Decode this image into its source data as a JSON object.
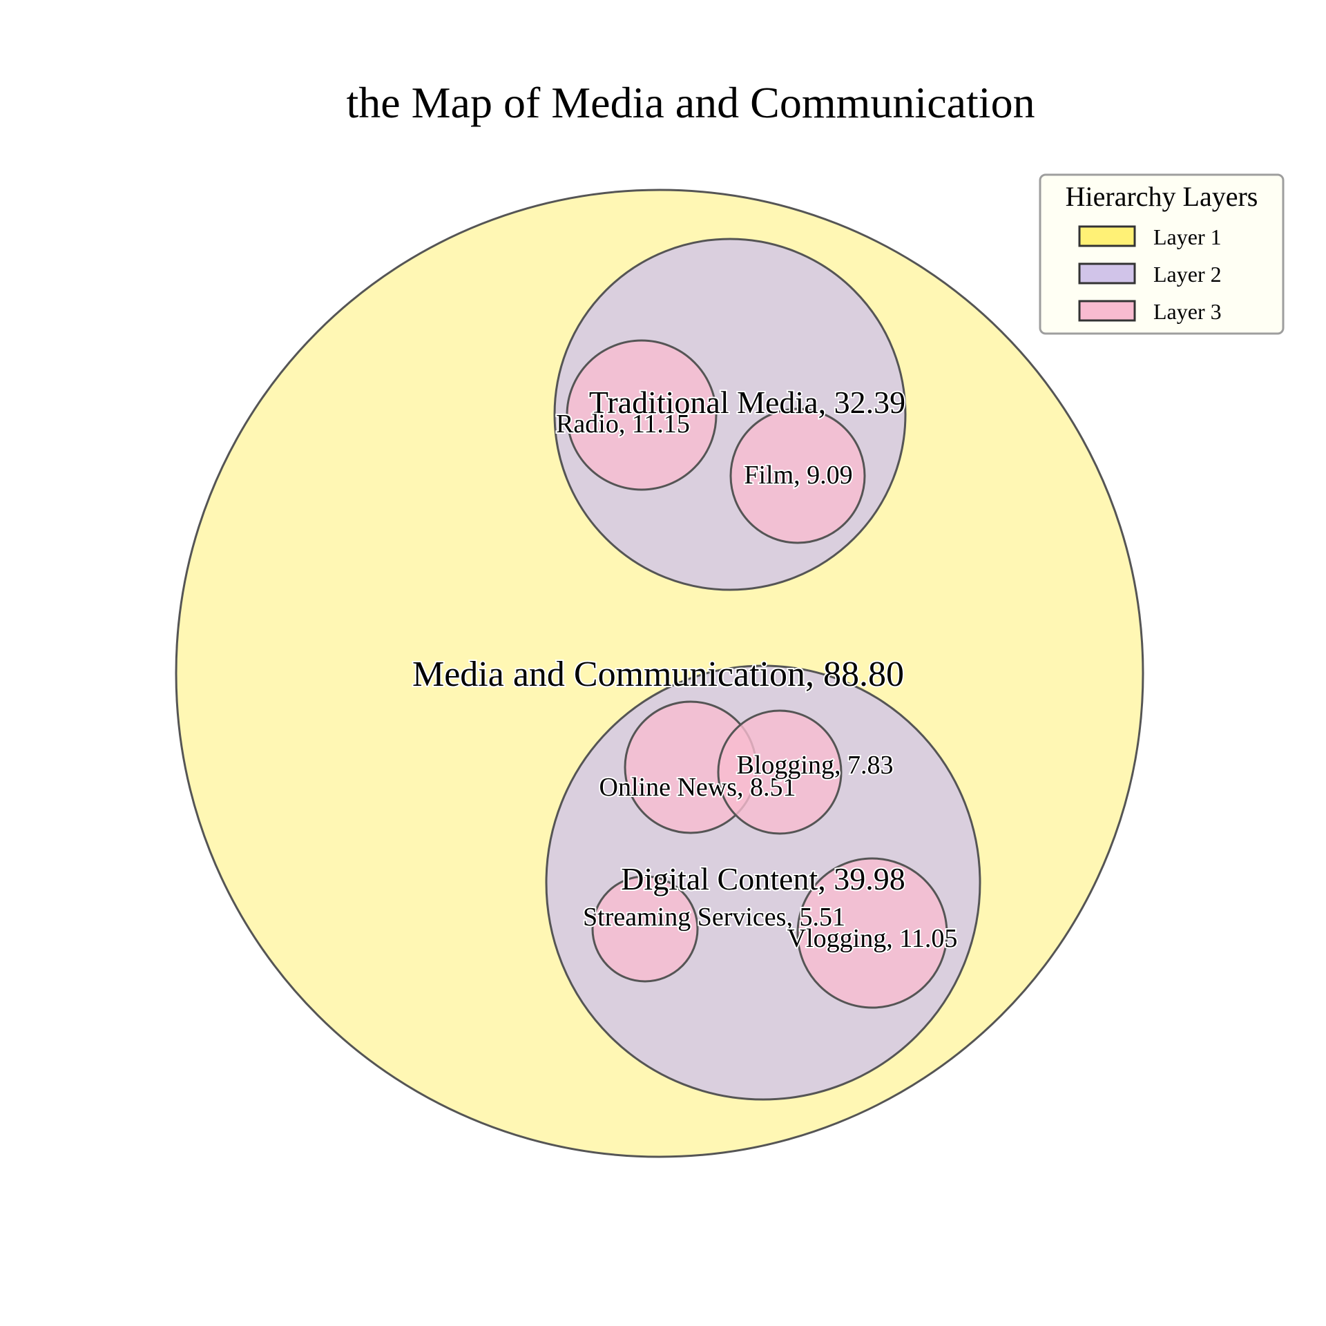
{
  "chart_data": {
    "type": "circle-packing",
    "title": "the Map of Media and Communication",
    "legend": {
      "title": "Hierarchy Layers",
      "placement": "top-right",
      "entries": [
        {
          "label": "Layer 1",
          "color": "#fff176"
        },
        {
          "label": "Layer 2",
          "color": "#d1c4e9"
        },
        {
          "label": "Layer 3",
          "color": "#f8bbd0"
        }
      ]
    },
    "nodes": [
      {
        "id": "root",
        "name": "Media and Communication",
        "value": 88.8,
        "label": "Media and Communication, 88.80",
        "layer": 1
      },
      {
        "id": "trad",
        "name": "Traditional Media",
        "value": 32.39,
        "label": "Traditional Media, 32.39",
        "layer": 2,
        "parent": "root"
      },
      {
        "id": "digi",
        "name": "Digital Content",
        "value": 39.98,
        "label": "Digital Content, 39.98",
        "layer": 2,
        "parent": "root"
      },
      {
        "id": "radio",
        "name": "Radio",
        "value": 11.15,
        "label": "Radio, 11.15",
        "layer": 3,
        "parent": "trad"
      },
      {
        "id": "film",
        "name": "Film",
        "value": 9.09,
        "label": "Film, 9.09",
        "layer": 3,
        "parent": "trad"
      },
      {
        "id": "online",
        "name": "Online News",
        "value": 8.51,
        "label": "Online News, 8.51",
        "layer": 3,
        "parent": "digi"
      },
      {
        "id": "blog",
        "name": "Blogging",
        "value": 7.83,
        "label": "Blogging, 7.83",
        "layer": 3,
        "parent": "digi"
      },
      {
        "id": "stream",
        "name": "Streaming Services",
        "value": 5.51,
        "label": "Streaming Services, 5.51",
        "layer": 3,
        "parent": "digi"
      },
      {
        "id": "vlog",
        "name": "Vlogging",
        "value": 11.05,
        "label": "Vlogging, 11.05",
        "layer": 3,
        "parent": "digi"
      }
    ]
  }
}
